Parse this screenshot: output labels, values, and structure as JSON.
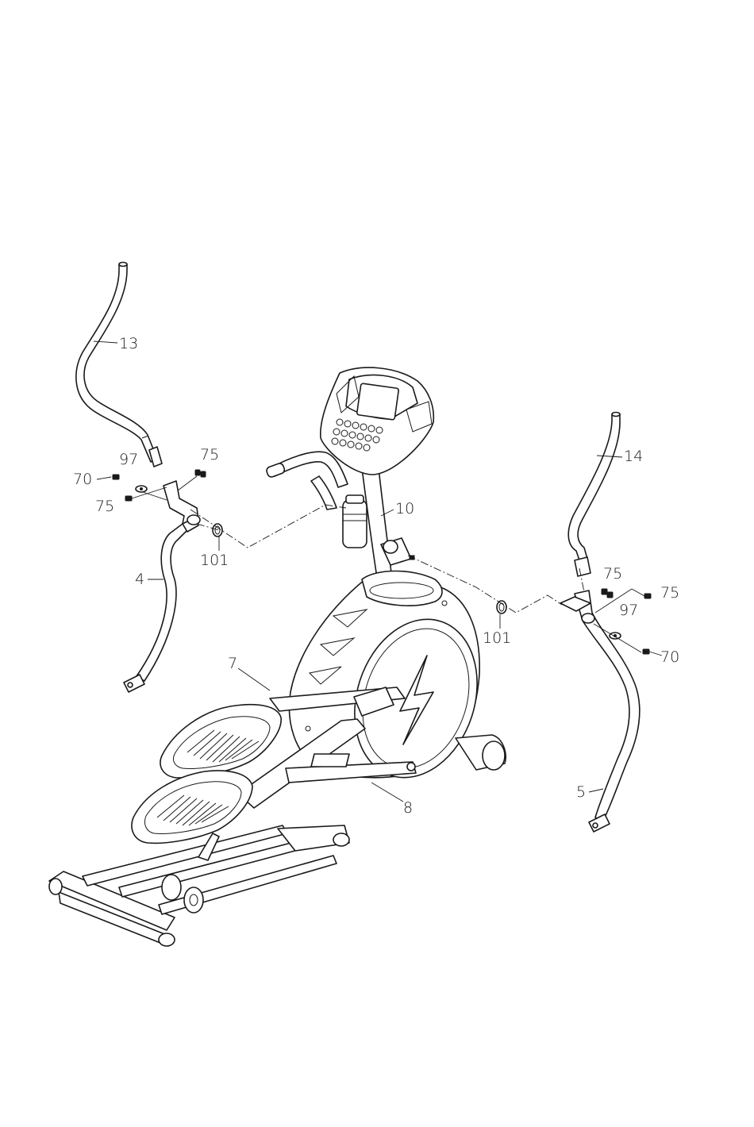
{
  "callouts": {
    "c13": "13",
    "c14": "14",
    "c10": "10",
    "c4": "4",
    "c5": "5",
    "c7": "7",
    "c8": "8",
    "c101_left": "101",
    "c101_right": "101",
    "c70_left": "70",
    "c70_right": "70",
    "c97_left": "97",
    "c97_right": "97",
    "c75_left_top": "75",
    "c75_left_mid": "75",
    "c75_right_top": "75",
    "c75_right_mid": "75"
  },
  "colors": {
    "line": "#1a1a1a",
    "background": "#ffffff"
  }
}
